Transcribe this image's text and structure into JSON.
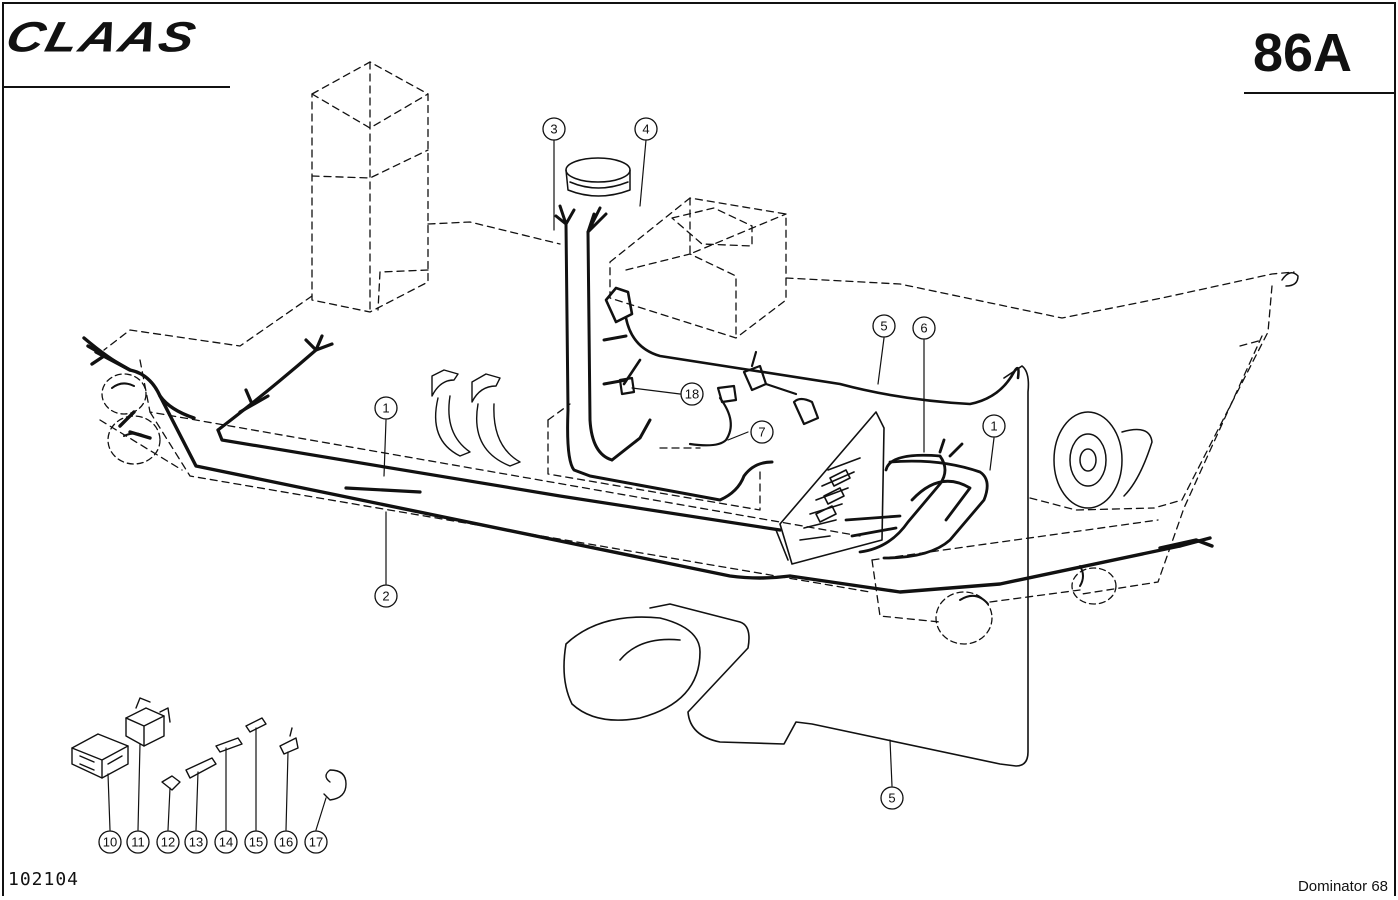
{
  "header": {
    "logo_text": "CLAAS",
    "page_number": "86A"
  },
  "footer": {
    "doc_number": "102104",
    "model": "Dominator 68"
  },
  "callouts": [
    {
      "id": "c3",
      "label": "3"
    },
    {
      "id": "c4",
      "label": "4"
    },
    {
      "id": "c5a",
      "label": "5"
    },
    {
      "id": "c6",
      "label": "6"
    },
    {
      "id": "c1a",
      "label": "1"
    },
    {
      "id": "c1b",
      "label": "1"
    },
    {
      "id": "c18",
      "label": "18"
    },
    {
      "id": "c7",
      "label": "7"
    },
    {
      "id": "c2",
      "label": "2"
    },
    {
      "id": "c5b",
      "label": "5"
    },
    {
      "id": "c10",
      "label": "10"
    },
    {
      "id": "c11",
      "label": "11"
    },
    {
      "id": "c12",
      "label": "12"
    },
    {
      "id": "c13",
      "label": "13"
    },
    {
      "id": "c14",
      "label": "14"
    },
    {
      "id": "c15",
      "label": "15"
    },
    {
      "id": "c16",
      "label": "16"
    },
    {
      "id": "c17",
      "label": "17"
    }
  ]
}
